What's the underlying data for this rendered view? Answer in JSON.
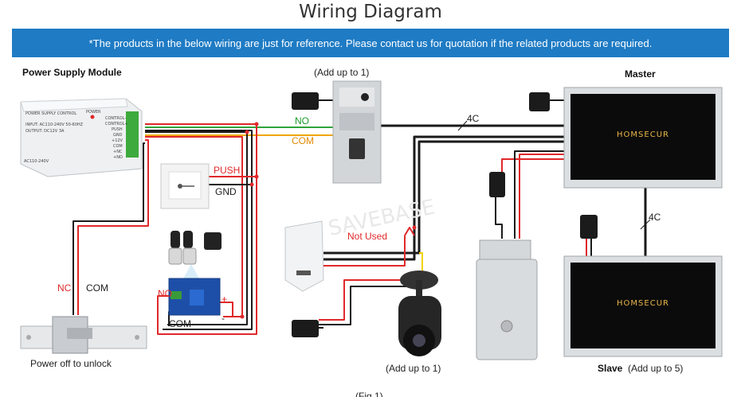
{
  "title": "Wiring Diagram",
  "notice": "*The products in the below wiring are just for reference. Please contact us for quotation if the related products are required.",
  "labels": {
    "power_supply_module": "Power Supply Module",
    "add_up_to_1_top": "(Add up to 1)",
    "master": "Master",
    "no": "NO",
    "com": "COM",
    "four_c_top": "4C",
    "four_c_right": "4C",
    "push": "PUSH",
    "gnd": "GND",
    "not_used": "Not Used",
    "nc": "NC",
    "com_lock": "COM",
    "no_relay": "NO",
    "com_relay": "COM",
    "plus": "+",
    "minus": "-",
    "power_off_to_unlock": "Power off to unlock",
    "add_up_to_1_bottom": "(Add up to 1)",
    "slave": "Slave",
    "add_up_to_5": "(Add up to 5)",
    "fig": "(Fig.1)"
  },
  "device_text": {
    "psu_title": "POWER SUPPLY CONTROL",
    "psu_input": "INPUT: AC110-240V 50-60HZ",
    "psu_output": "OUTPUT: DC12V  3A",
    "psu_ac": "AC110-240V",
    "psu_power": "POWER",
    "psu_terminals": [
      "CONTROL-",
      "CONTROL+",
      "PUSH",
      "GND",
      "+12V",
      "COM",
      "+NC",
      "+NO"
    ],
    "monitor_brand_master": "HOMSECUR",
    "monitor_brand_slave": "HOMSECUR",
    "watermark": "SAVEBASE"
  },
  "colors": {
    "banner": "#1e7bc4",
    "wire_red": "#e0282a",
    "wire_black": "#1a1a1a",
    "wire_green": "#2fa43a",
    "wire_orange": "#f0a500",
    "wire_yellow": "#f2d100"
  },
  "icons": [
    "power-adapter-icon",
    "door-station-icon",
    "monitor-icon",
    "exit-button-icon",
    "remote-control-icon",
    "pir-sensor-icon",
    "camera-icon",
    "electric-lock-icon",
    "strike-lock-icon"
  ]
}
